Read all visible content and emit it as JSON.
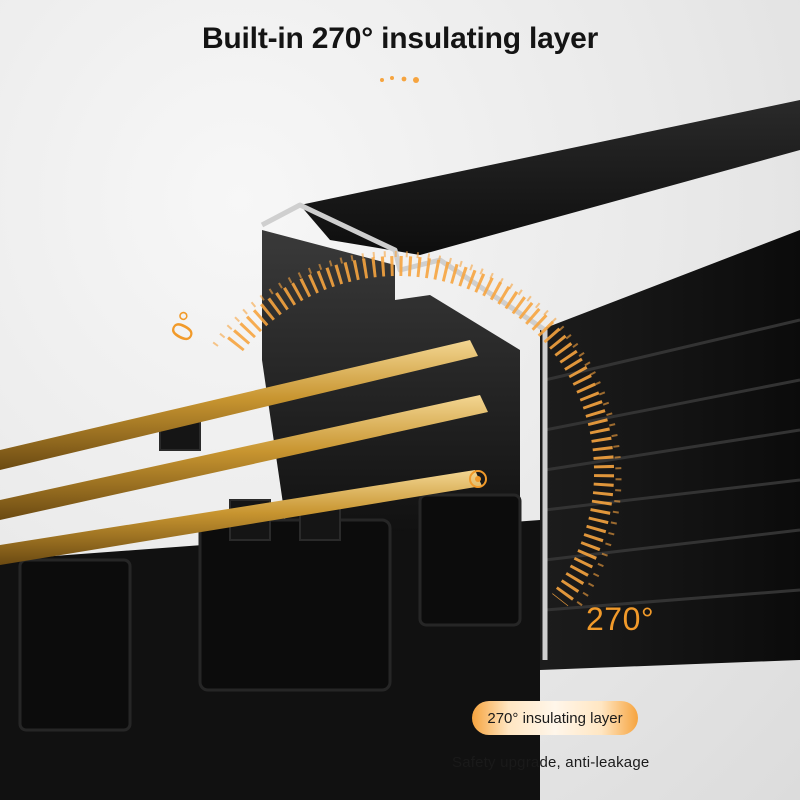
{
  "header": {
    "title": "Built-in 270° insulating layer"
  },
  "callouts": {
    "angle_start": "0°",
    "angle_end": "270°"
  },
  "badge": {
    "label": "270° insulating layer"
  },
  "caption": {
    "text": "Safety upgrade, anti-leakage"
  },
  "colors": {
    "accent_orange": "#f19a2a",
    "rail_black": "#141414",
    "copper_gold": "#c9982f"
  }
}
